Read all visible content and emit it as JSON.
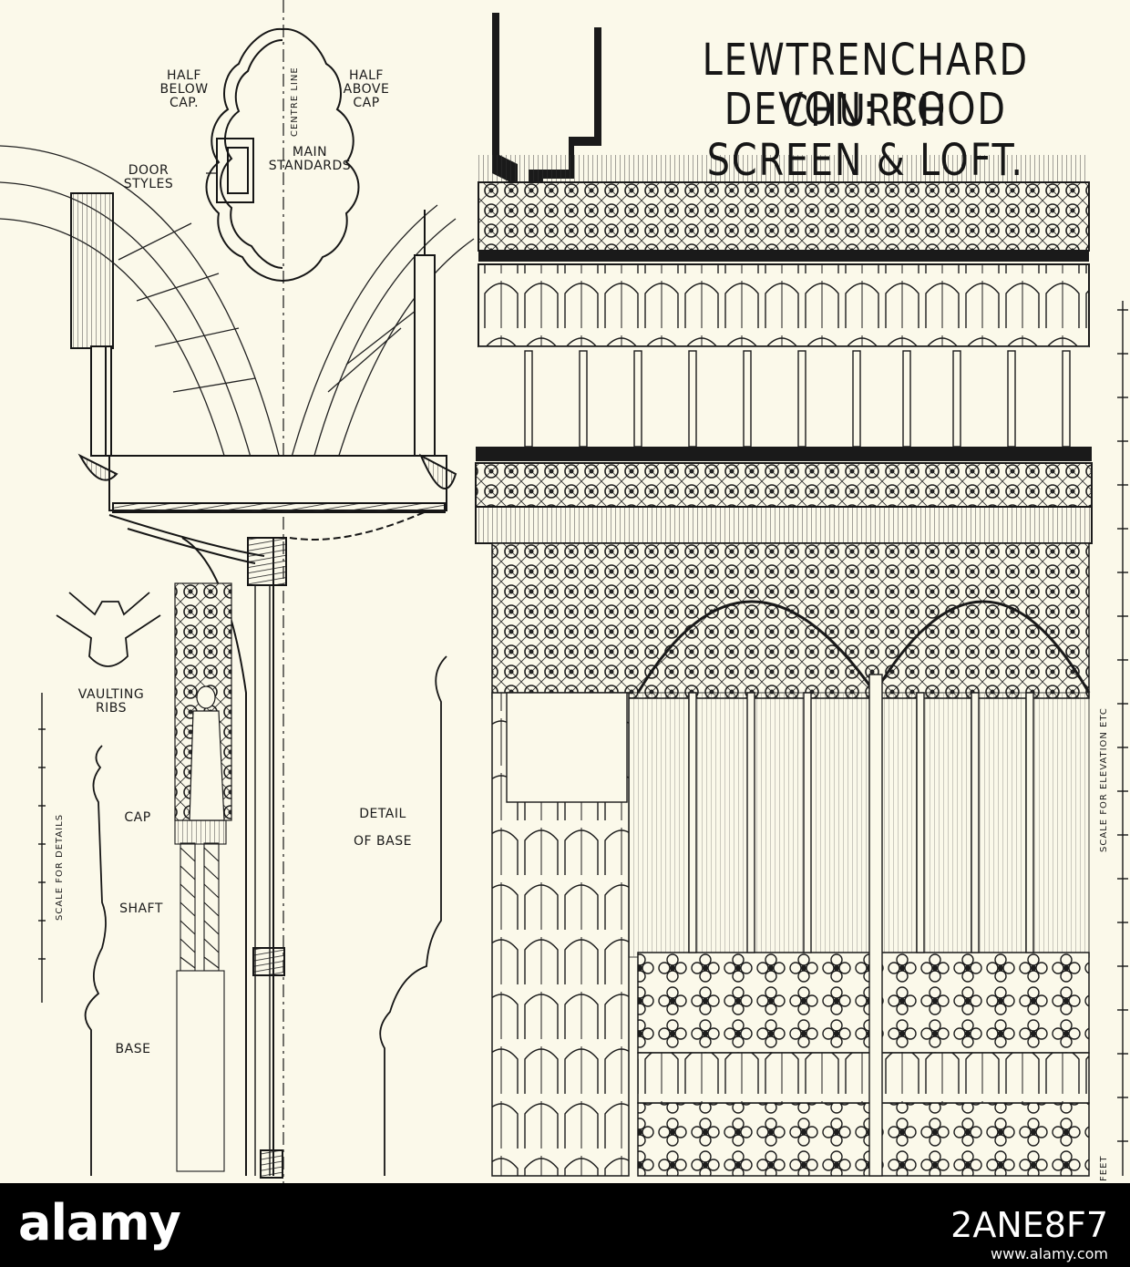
{
  "title": {
    "line1": "LEWTRENCHARD CHURCH",
    "line2": "DEVON: ROOD SCREEN & LOFT."
  },
  "plan_labels": {
    "half_below_cap": "HALF BELOW CAP.",
    "half_above_cap": "HALF ABOVE CAP",
    "centre_line": "CENTRE LINE",
    "main_standards": "MAIN STANDARDS",
    "door_styles": "DOOR STYLES"
  },
  "section_labels": {
    "vaulting_ribs": "VAULTING RIBS",
    "cap": "CAP",
    "shaft": "SHAFT",
    "base": "BASE",
    "detail_of_base": "DETAIL OF BASE"
  },
  "scales": {
    "details": "SCALE FOR DETAILS",
    "elevation": "SCALE FOR ELEVATION ETC",
    "feet": "FEET"
  },
  "footer": {
    "brand": "alamy",
    "image_id": "2ANE8F7",
    "url": "www.alamy.com"
  },
  "colors": {
    "paper": "#fbf9ea",
    "ink": "#161616",
    "footer_bg": "#000000"
  }
}
